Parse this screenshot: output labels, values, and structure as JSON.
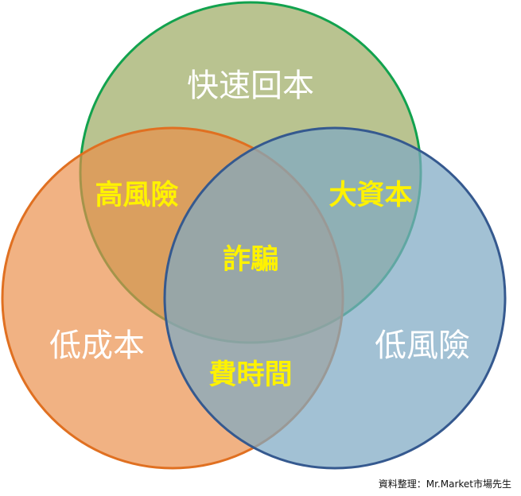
{
  "diagram": {
    "circles": {
      "top": {
        "label": "快速回本",
        "fill": "#b5c08a",
        "stroke": "#12a24e",
        "label_color": "#ffffff"
      },
      "left": {
        "label": "低成本",
        "fill": "#ea8d48",
        "stroke": "#e07021",
        "label_color": "#ffffff"
      },
      "right": {
        "label": "低風險",
        "fill": "#7ea9c3",
        "stroke": "#35598f",
        "label_color": "#ffffff"
      }
    },
    "overlaps": {
      "top_left": {
        "label": "高風險",
        "label_color": "#fff200"
      },
      "top_right": {
        "label": "大資本",
        "label_color": "#fff200"
      },
      "left_right": {
        "label": "費時間",
        "label_color": "#fff200"
      },
      "center": {
        "label": "詐騙",
        "label_color": "#fff200"
      }
    }
  },
  "credit": "資料整理：Mr.Market市場先生"
}
